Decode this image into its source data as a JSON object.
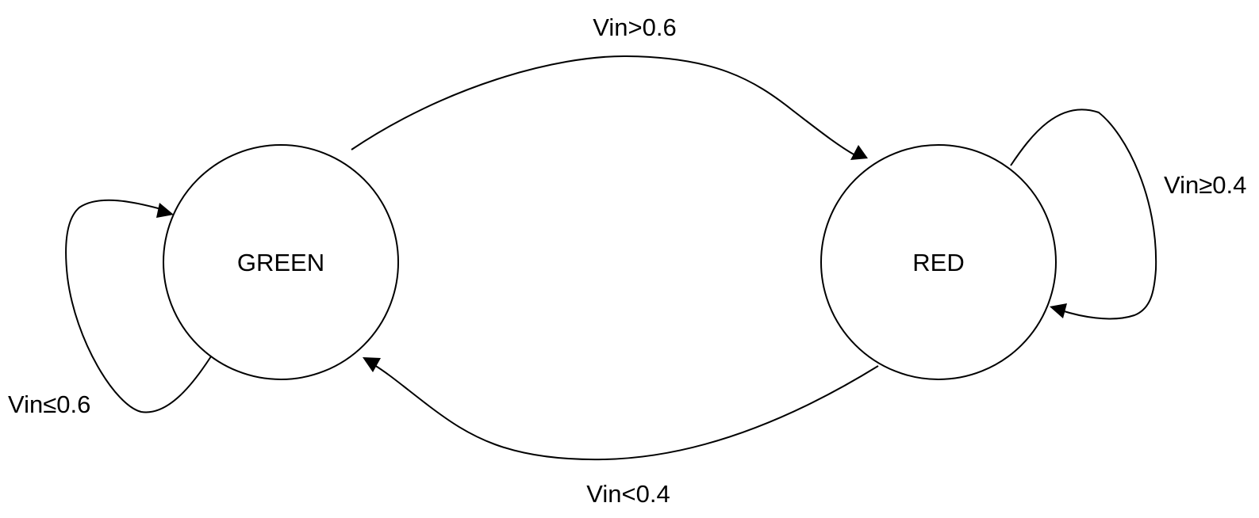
{
  "diagram": {
    "states": [
      {
        "id": "green",
        "label": "GREEN"
      },
      {
        "id": "red",
        "label": "RED"
      }
    ],
    "transitions": [
      {
        "from": "green",
        "to": "red",
        "label": "Vin>0.6"
      },
      {
        "from": "red",
        "to": "green",
        "label": "Vin<0.4"
      },
      {
        "from": "green",
        "to": "green",
        "label": "Vin≤0.6"
      },
      {
        "from": "red",
        "to": "red",
        "label": "Vin≥0.4"
      }
    ]
  }
}
